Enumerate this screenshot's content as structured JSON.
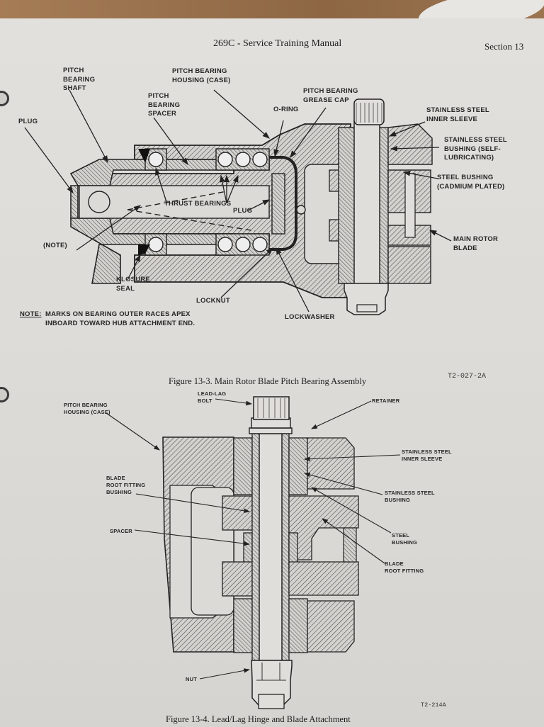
{
  "header": {
    "title": "269C - Service Training Manual",
    "section": "Section 13"
  },
  "figure_13_3": {
    "caption": "Figure 13-3.  Main Rotor Blade Pitch Bearing Assembly",
    "code": "T2-027-2A",
    "labels": {
      "pitch_bearing_shaft": "PITCH\nBEARING\nSHAFT",
      "pitch_bearing_housing": "PITCH BEARING\nHOUSING (CASE)",
      "pitch_bearing_spacer": "PITCH\nBEARING\nSPACER",
      "plug_left": "PLUG",
      "o_ring": "O-RING",
      "grease_cap": "PITCH BEARING\nGREASE CAP",
      "inner_sleeve": "STAINLESS STEEL\nINNER SLEEVE",
      "ss_bushing": "STAINLESS STEEL\nBUSHING (SELF-\nLUBRICATING)",
      "steel_bushing": "STEEL BUSHING\n(CADMIUM PLATED)",
      "thrust_bearings": "THRUST BEARINGS",
      "plug_center": "PLUG",
      "note_ref": "(NOTE)",
      "main_rotor_blade": "MAIN ROTOR\nBLADE",
      "klosure_seal": "KLOSURE\nSEAL",
      "locknut": "LOCKNUT",
      "lockwasher": "LOCKWASHER"
    },
    "note": {
      "prefix": "NOTE:",
      "text": "MARKS ON BEARING OUTER RACES APEX\nINBOARD TOWARD HUB ATTACHMENT END."
    }
  },
  "figure_13_4": {
    "caption": "Figure 13-4.  Lead/Lag Hinge and Blade Attachment",
    "code": "T2-214A",
    "labels": {
      "lead_lag_bolt": "LEAD-LAG\nBOLT",
      "retainer": "RETAINER",
      "housing": "PITCH BEARING\nHOUSING (CASE)",
      "inner_sleeve": "STAINLESS STEEL\nINNER SLEEVE",
      "ss_bushing": "STAINLESS STEEL\nBUSHING",
      "root_fitting_bushing": "BLADE\nROOT FITTING\nBUSHING",
      "spacer": "SPACER",
      "steel_bushing": "STEEL\nBUSHING",
      "blade_root_fitting": "BLADE\nROOT FITTING",
      "nut": "NUT"
    }
  }
}
